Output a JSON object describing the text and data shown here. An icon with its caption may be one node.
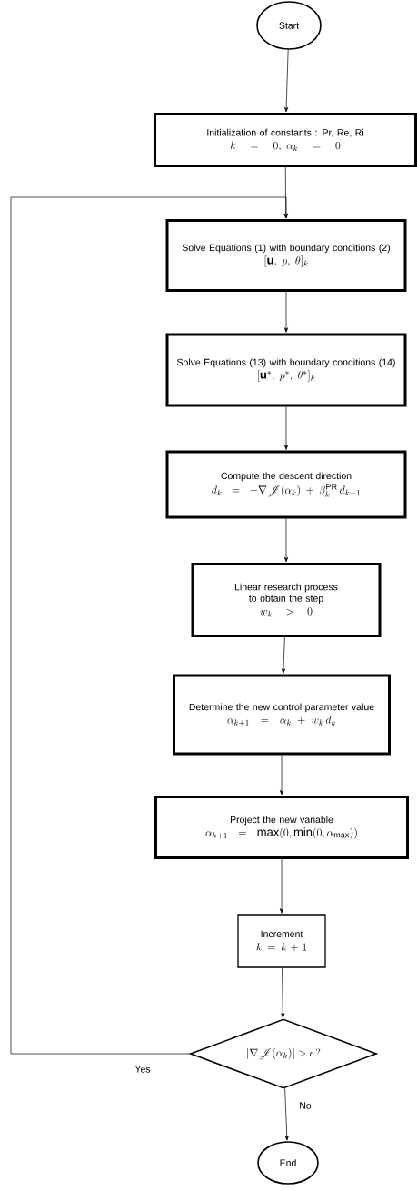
{
  "diagram": {
    "nodes": [
      {
        "text": [
          "Start"
        ]
      },
      {
        "text": [
          "Initialization of constants : Pr, Re, Ri",
          "k = 0,\\ \\alpha_k = 0"
        ]
      },
      {
        "text": [
          "Solve Equations (1) with boundary conditions (2)",
          "[\\mathbf{u},\\ p,\\ \\theta]_k"
        ]
      },
      {
        "text": [
          "Solve Equations (13) with boundary conditions (14)",
          "[\\mathbf{u}^*,\\ p^*,\\ \\theta^*]_k"
        ]
      },
      {
        "text": [
          "Compute the descent direction",
          "d_k = -\\nabla\\mathscr{J}(\\alpha_k) + \\beta_k^{\\mathrm{PR}}\\, d_{k-1}"
        ]
      },
      {
        "text": [
          "Linear research process to obtain the step",
          "w_k > 0"
        ]
      },
      {
        "text": [
          "Determine the new control parameter value",
          "\\alpha_{k+1} = \\alpha_k + w_k\\, d_k"
        ]
      },
      {
        "text": [
          "Project the new variable",
          "\\alpha_{k+1} = \\max(0, \\min(0, \\alpha_{\\max}))"
        ]
      },
      {
        "text": [
          "Increment",
          "k = k+1"
        ]
      },
      {
        "text": [
          "|\\nabla\\mathscr{J}(\\alpha_k)| > \\epsilon\\,?"
        ]
      },
      {
        "text": [
          "End"
        ]
      }
    ],
    "edges": [
      {
        "from": 0,
        "to": 1,
        "arrow": "to"
      },
      {
        "from": 1,
        "to": 2,
        "arrow": "to"
      },
      {
        "from": 2,
        "to": 3,
        "arrow": "to"
      },
      {
        "from": 3,
        "to": 4,
        "arrow": "to"
      },
      {
        "from": 4,
        "to": 5,
        "arrow": "to"
      },
      {
        "from": 5,
        "to": 6,
        "arrow": "to"
      },
      {
        "from": 6,
        "to": 7,
        "arrow": "to"
      },
      {
        "from": 7,
        "to": 8,
        "arrow": "to"
      },
      {
        "from": 8,
        "to": 9,
        "arrow": "to"
      },
      {
        "from": 9,
        "to": 10,
        "arrow": "to",
        "label": "No"
      },
      {
        "from": 9,
        "to": 2,
        "arrow": "to",
        "label": "Yes"
      }
    ]
  }
}
